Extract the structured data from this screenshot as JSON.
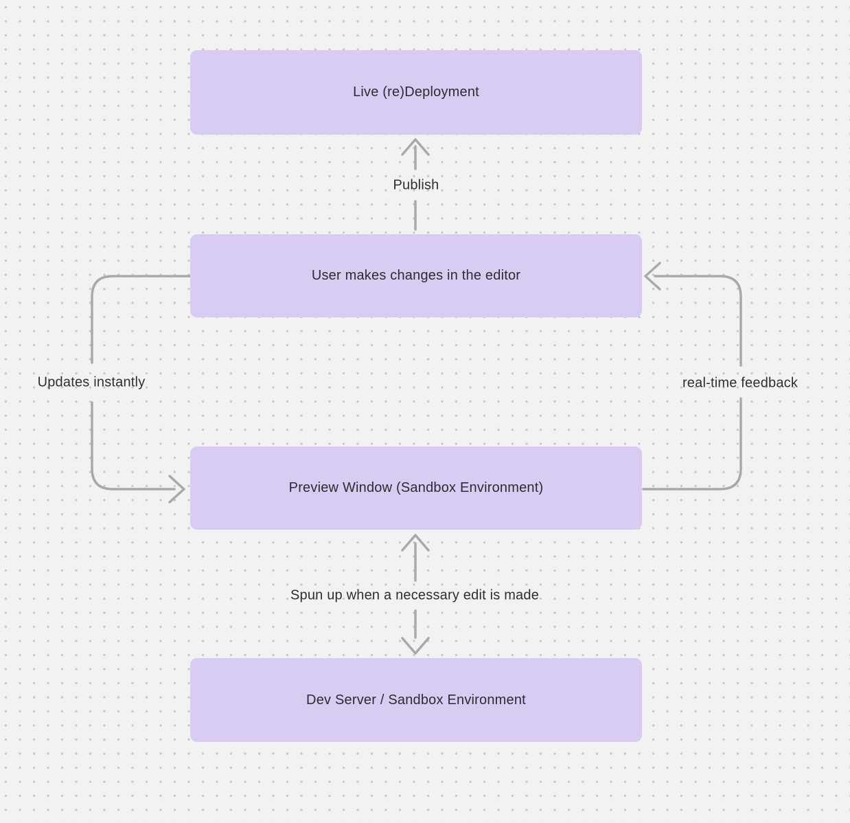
{
  "canvas": {
    "background_color": "#f2f2f3",
    "dot_color": "#c3c3c5",
    "arrow_color": "#a9a9ab",
    "node_fill": "#d8ccf3",
    "node_text_color": "#2c2c30",
    "label_text_color": "#2e2e2e"
  },
  "nodes": [
    {
      "id": "live-redeployment",
      "label": "Live (re)Deployment"
    },
    {
      "id": "user-editor",
      "label": "User makes changes in the editor"
    },
    {
      "id": "preview-window",
      "label": "Preview Window (Sandbox Environment)"
    },
    {
      "id": "dev-server",
      "label": "Dev Server / Sandbox Environment"
    }
  ],
  "edges": [
    {
      "id": "publish",
      "label": "Publish",
      "from": "user-editor",
      "to": "live-redeployment",
      "arrowheads": "up"
    },
    {
      "id": "updates-instantly",
      "label": "Updates instantly",
      "from": "user-editor",
      "to": "preview-window",
      "arrowheads": "right"
    },
    {
      "id": "real-time-feedback",
      "label": "real-time feedback",
      "from": "preview-window",
      "to": "user-editor",
      "arrowheads": "left"
    },
    {
      "id": "spun-up",
      "label": "Spun up when a necessary edit is made",
      "from": "dev-server",
      "to": "preview-window",
      "arrowheads": "both"
    }
  ]
}
